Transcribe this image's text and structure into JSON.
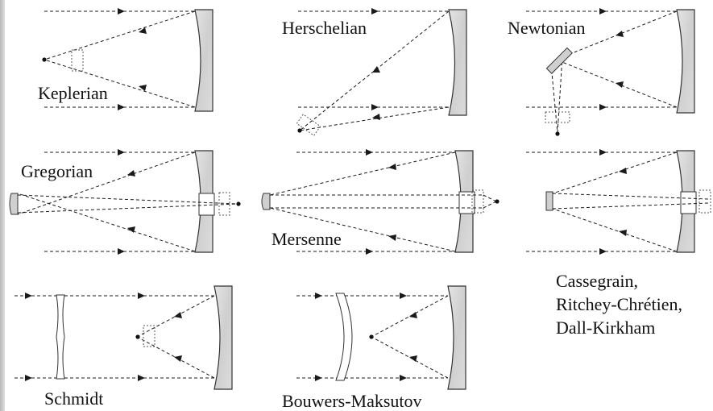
{
  "diagram": {
    "labels": {
      "keplerian": "Keplerian",
      "herschelian": "Herschelian",
      "newtonian": "Newtonian",
      "gregorian": "Gregorian",
      "mersenne": "Mersenne",
      "cassegrain_line1": "Cassegrain,",
      "cassegrain_line2": "Ritchey-Chrétien,",
      "cassegrain_line3": "Dall-Kirkham",
      "schmidt": "Schmidt",
      "bouwers_maksutov": "Bouwers-Maksutov"
    },
    "colors": {
      "mirror": "#d4d4d4",
      "ray": "#1a1a1a",
      "background": "#ffffff"
    }
  }
}
